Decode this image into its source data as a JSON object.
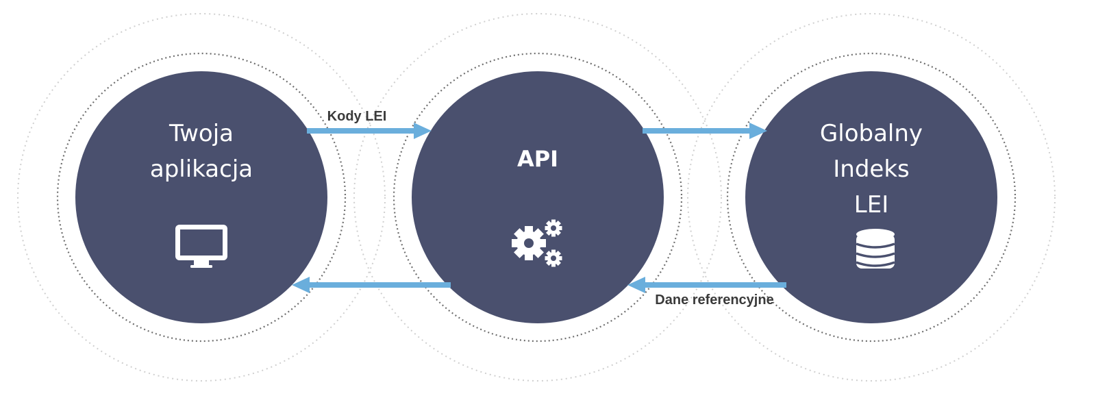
{
  "nodes": {
    "app": {
      "title_line1": "Twoja",
      "title_line2": "aplikacja",
      "icon": "monitor-icon"
    },
    "api": {
      "title": "API",
      "icon": "gears-icon"
    },
    "index": {
      "title_line1": "Globalny",
      "title_line2": "Indeks",
      "title_line3": "LEI",
      "icon": "database-icon"
    }
  },
  "flows": {
    "request_label": "Kody LEI",
    "response_label": "Dane referencyjne"
  },
  "colors": {
    "node_fill": "#4a506e",
    "arrow": "#6aaedc",
    "outer_ring": "#cfcfcf",
    "inner_ring": "#6e6e6e",
    "label_text": "#3a3a3a"
  }
}
